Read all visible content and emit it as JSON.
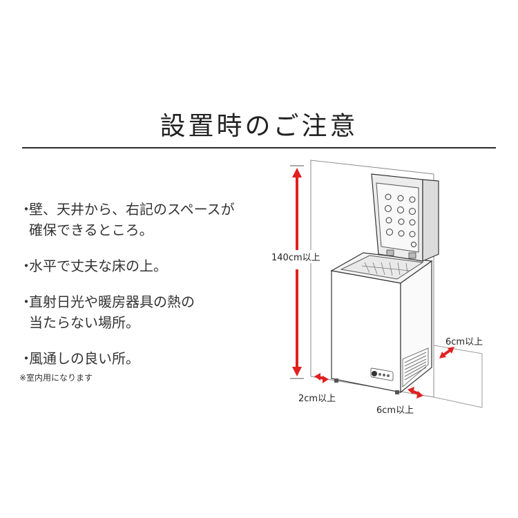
{
  "title": "設置時のご注意",
  "bullets": [
    {
      "marker": "・",
      "lines": [
        "壁、天井から、右記のスペースが",
        "確保できるところ。"
      ]
    },
    {
      "marker": "・",
      "lines": [
        "水平で丈夫な床の上。"
      ]
    },
    {
      "marker": "・",
      "lines": [
        "直射日光や暖房器具の熱の",
        "当たらない場所。"
      ]
    },
    {
      "marker": "・",
      "lines": [
        "風通しの良い所。"
      ]
    }
  ],
  "note": "※室内用になります",
  "dimensions": {
    "height": "140cm以上",
    "left": "2cm以上",
    "back": "6cm以上",
    "side": "6cm以上"
  },
  "colors": {
    "arrow": "#e02020",
    "line": "#555555"
  }
}
